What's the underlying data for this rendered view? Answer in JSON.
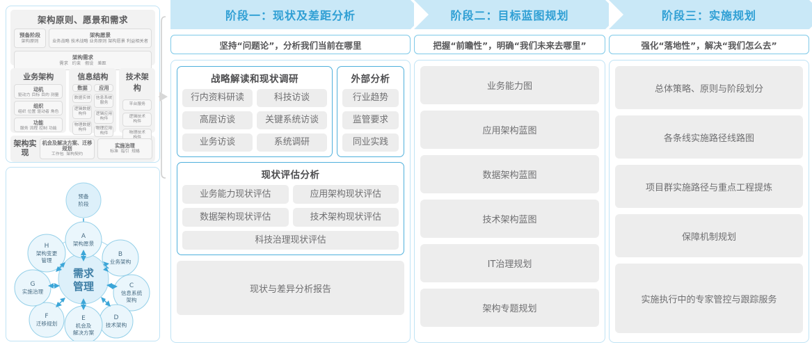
{
  "left_panel": {
    "header": "架构原则、愿景和需求",
    "prep": {
      "title": "预备阶段",
      "sub": "架构原则"
    },
    "vision": {
      "title": "架构愿景",
      "items": [
        "业务战略",
        "技术战略",
        "业务原则",
        "架构愿景",
        "利益相关者"
      ]
    },
    "requirements": {
      "title": "架构需求",
      "items": [
        "需求",
        "约束",
        "假设",
        "差距"
      ]
    },
    "domains": [
      {
        "title": "业务架构",
        "groups": [
          {
            "title": "动机",
            "items": [
              "驱动力",
              "目标",
              "目的",
              "测量"
            ]
          },
          {
            "title": "组织",
            "items": [
              "组织",
              "位置",
              "驱动者",
              "角色"
            ]
          },
          {
            "title": "功能",
            "items": [
              "服务",
              "流程",
              "控制",
              "功能"
            ]
          }
        ]
      },
      {
        "title": "信息结构",
        "columns": [
          {
            "title": "数据",
            "items": [
              "数据实体",
              "逻辑数据构件",
              "物理数据构件"
            ]
          },
          {
            "title": "应用",
            "items": [
              "信息系统服务",
              "逻辑应用构件",
              "物理应用构件"
            ]
          }
        ]
      },
      {
        "title": "技术架构",
        "items": [
          "平台服务",
          "逻辑技术构件",
          "物理技术构件"
        ]
      }
    ],
    "realization": {
      "label": "架构实现",
      "blocks": [
        {
          "title": "机会及解决方案、迁移规划",
          "items": [
            "工作包",
            "架构契约"
          ]
        },
        {
          "title": "实施治理",
          "items": [
            "标准",
            "指引",
            "规格"
          ]
        }
      ]
    }
  },
  "adm": {
    "prep": "预备阶段",
    "center": "需求管理",
    "nodes": [
      {
        "letter": "A",
        "label": "架构愿景"
      },
      {
        "letter": "B",
        "label": "业务架构"
      },
      {
        "letter": "C",
        "label": "信息系统架构"
      },
      {
        "letter": "D",
        "label": "技术架构"
      },
      {
        "letter": "E",
        "label": "机会及解决方案"
      },
      {
        "letter": "F",
        "label": "迁移规划"
      },
      {
        "letter": "G",
        "label": "实施治理"
      },
      {
        "letter": "H",
        "label": "架构变更管理"
      }
    ]
  },
  "phases": [
    {
      "header": "阶段一：现状及差距分析",
      "subtitle": "坚持“问题论”，分析我们当前在哪里",
      "groups": [
        {
          "title": "战略解读和现状调研",
          "pairs": [
            [
              "行内资料研读",
              "科技访谈"
            ],
            [
              "高层访谈",
              "关键系统访谈"
            ],
            [
              "业务访谈",
              "系统调研"
            ]
          ]
        },
        {
          "title": "外部分析",
          "items": [
            "行业趋势",
            "监管要求",
            "同业实践"
          ]
        },
        {
          "title": "现状评估分析",
          "pairs": [
            [
              "业务能力现状评估",
              "应用架构现状评估"
            ],
            [
              "数据架构现状评估",
              "技术架构现状评估"
            ]
          ],
          "full": "科技治理现状评估"
        }
      ],
      "report": "现状与差异分析报告"
    },
    {
      "header": "阶段二：目标蓝图规划",
      "subtitle": "把握“前瞻性”，明确“我们未来去哪里”",
      "items": [
        "业务能力图",
        "应用架构蓝图",
        "数据架构蓝图",
        "技术架构蓝图",
        "IT治理规划",
        "架构专题规划"
      ]
    },
    {
      "header": "阶段三：实施规划",
      "subtitle": "强化“落地性”，解决“我们怎么去”",
      "items": [
        "总体策略、原则与阶段划分",
        "各条线实施路径线路图",
        "项目群实施路径与重点工程提炼",
        "保障机制规划",
        "实施执行中的专家管控与跟踪服务"
      ]
    }
  ],
  "colors": {
    "chevron": "#c9e8f7",
    "chevron_text": "#2f9fd4",
    "panel_border": "#bfe3f5",
    "inner_border": "#4fb0dc",
    "pill_bg": "#ededed",
    "circle_fill": "#eaf6fc",
    "circle_stroke": "#93cfe8",
    "arrow": "#3ca6d8"
  }
}
